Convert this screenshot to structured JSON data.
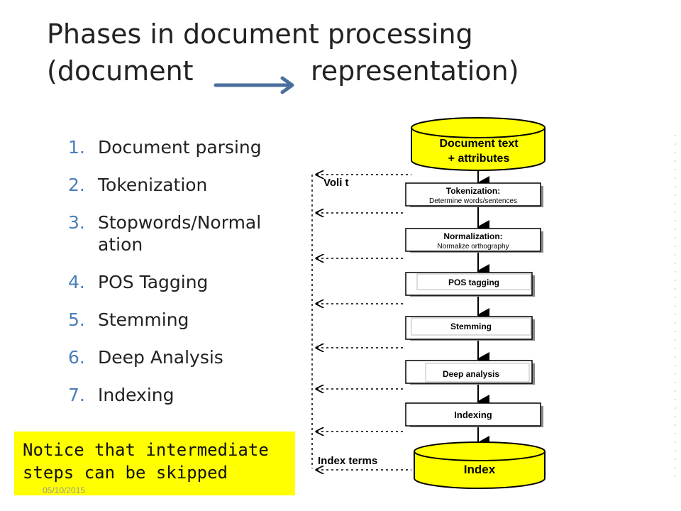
{
  "slide": {
    "title_line1": "Phases in document processing",
    "title_part1": "(document",
    "title_part2": "representation)",
    "steps": [
      {
        "num": "1.",
        "label": "Document parsing"
      },
      {
        "num": "2.",
        "label": "Tokenization"
      },
      {
        "num": "3.",
        "label": "Stopwords/Normal ation"
      },
      {
        "num": "4.",
        "label": "POS Tagging"
      },
      {
        "num": "5.",
        "label": "Stemming"
      },
      {
        "num": "6.",
        "label": "Deep Analysis"
      },
      {
        "num": "7.",
        "label": "Indexing"
      }
    ],
    "note": "Notice that intermediate steps can be skipped",
    "date": "05/10/2015"
  },
  "diagram": {
    "top_cylinder_line1": "Document text",
    "top_cylinder_line2": "+ attributes",
    "partial_label": "Voli      t",
    "tokenization_title": "Tokenization:",
    "tokenization_sub": "Determine words/sentences",
    "normalization_title": "Normalization:",
    "normalization_sub": "Normalize orthography",
    "pos_label": "POS tagging",
    "stemming_label": "Stemming",
    "deep_label": "Deep analysis",
    "indexing_label": "Indexing",
    "index_terms_label": "Index terms",
    "bottom_cylinder_label": "Index"
  },
  "colors": {
    "cylinder_fill": "#ffff00",
    "arrow_blue": "#4a6f9c",
    "list_number": "#4a7ebb",
    "note_bg": "#ffff00"
  }
}
